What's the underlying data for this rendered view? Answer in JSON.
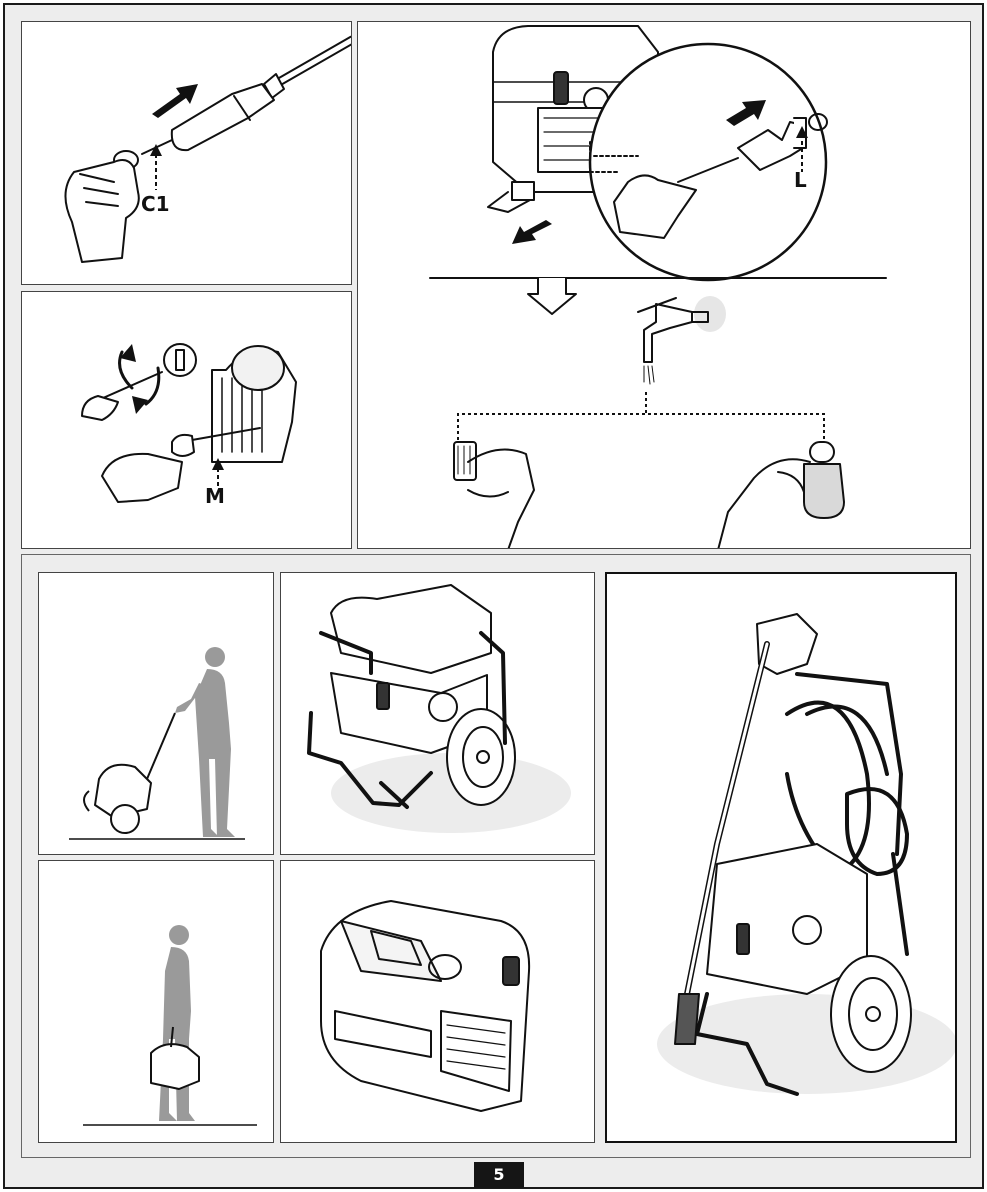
{
  "labels": {
    "nozzle_part": "C1",
    "filter_part": "L",
    "tool_part": "M"
  },
  "page_number": "5"
}
